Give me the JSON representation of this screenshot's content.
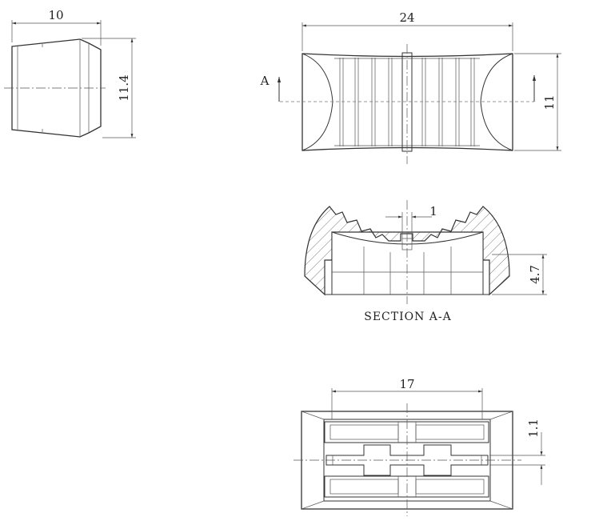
{
  "dimensions": {
    "side_width": "10",
    "side_height": "11.4",
    "top_width": "24",
    "top_height": "11",
    "section_slot": "1",
    "section_height": "4.7",
    "bottom_width": "17",
    "bottom_slot": "1.1"
  },
  "labels": {
    "section_marker": "A",
    "section_title": "SECTION A-A"
  },
  "colors": {
    "line": "#333333",
    "background": "#ffffff"
  }
}
